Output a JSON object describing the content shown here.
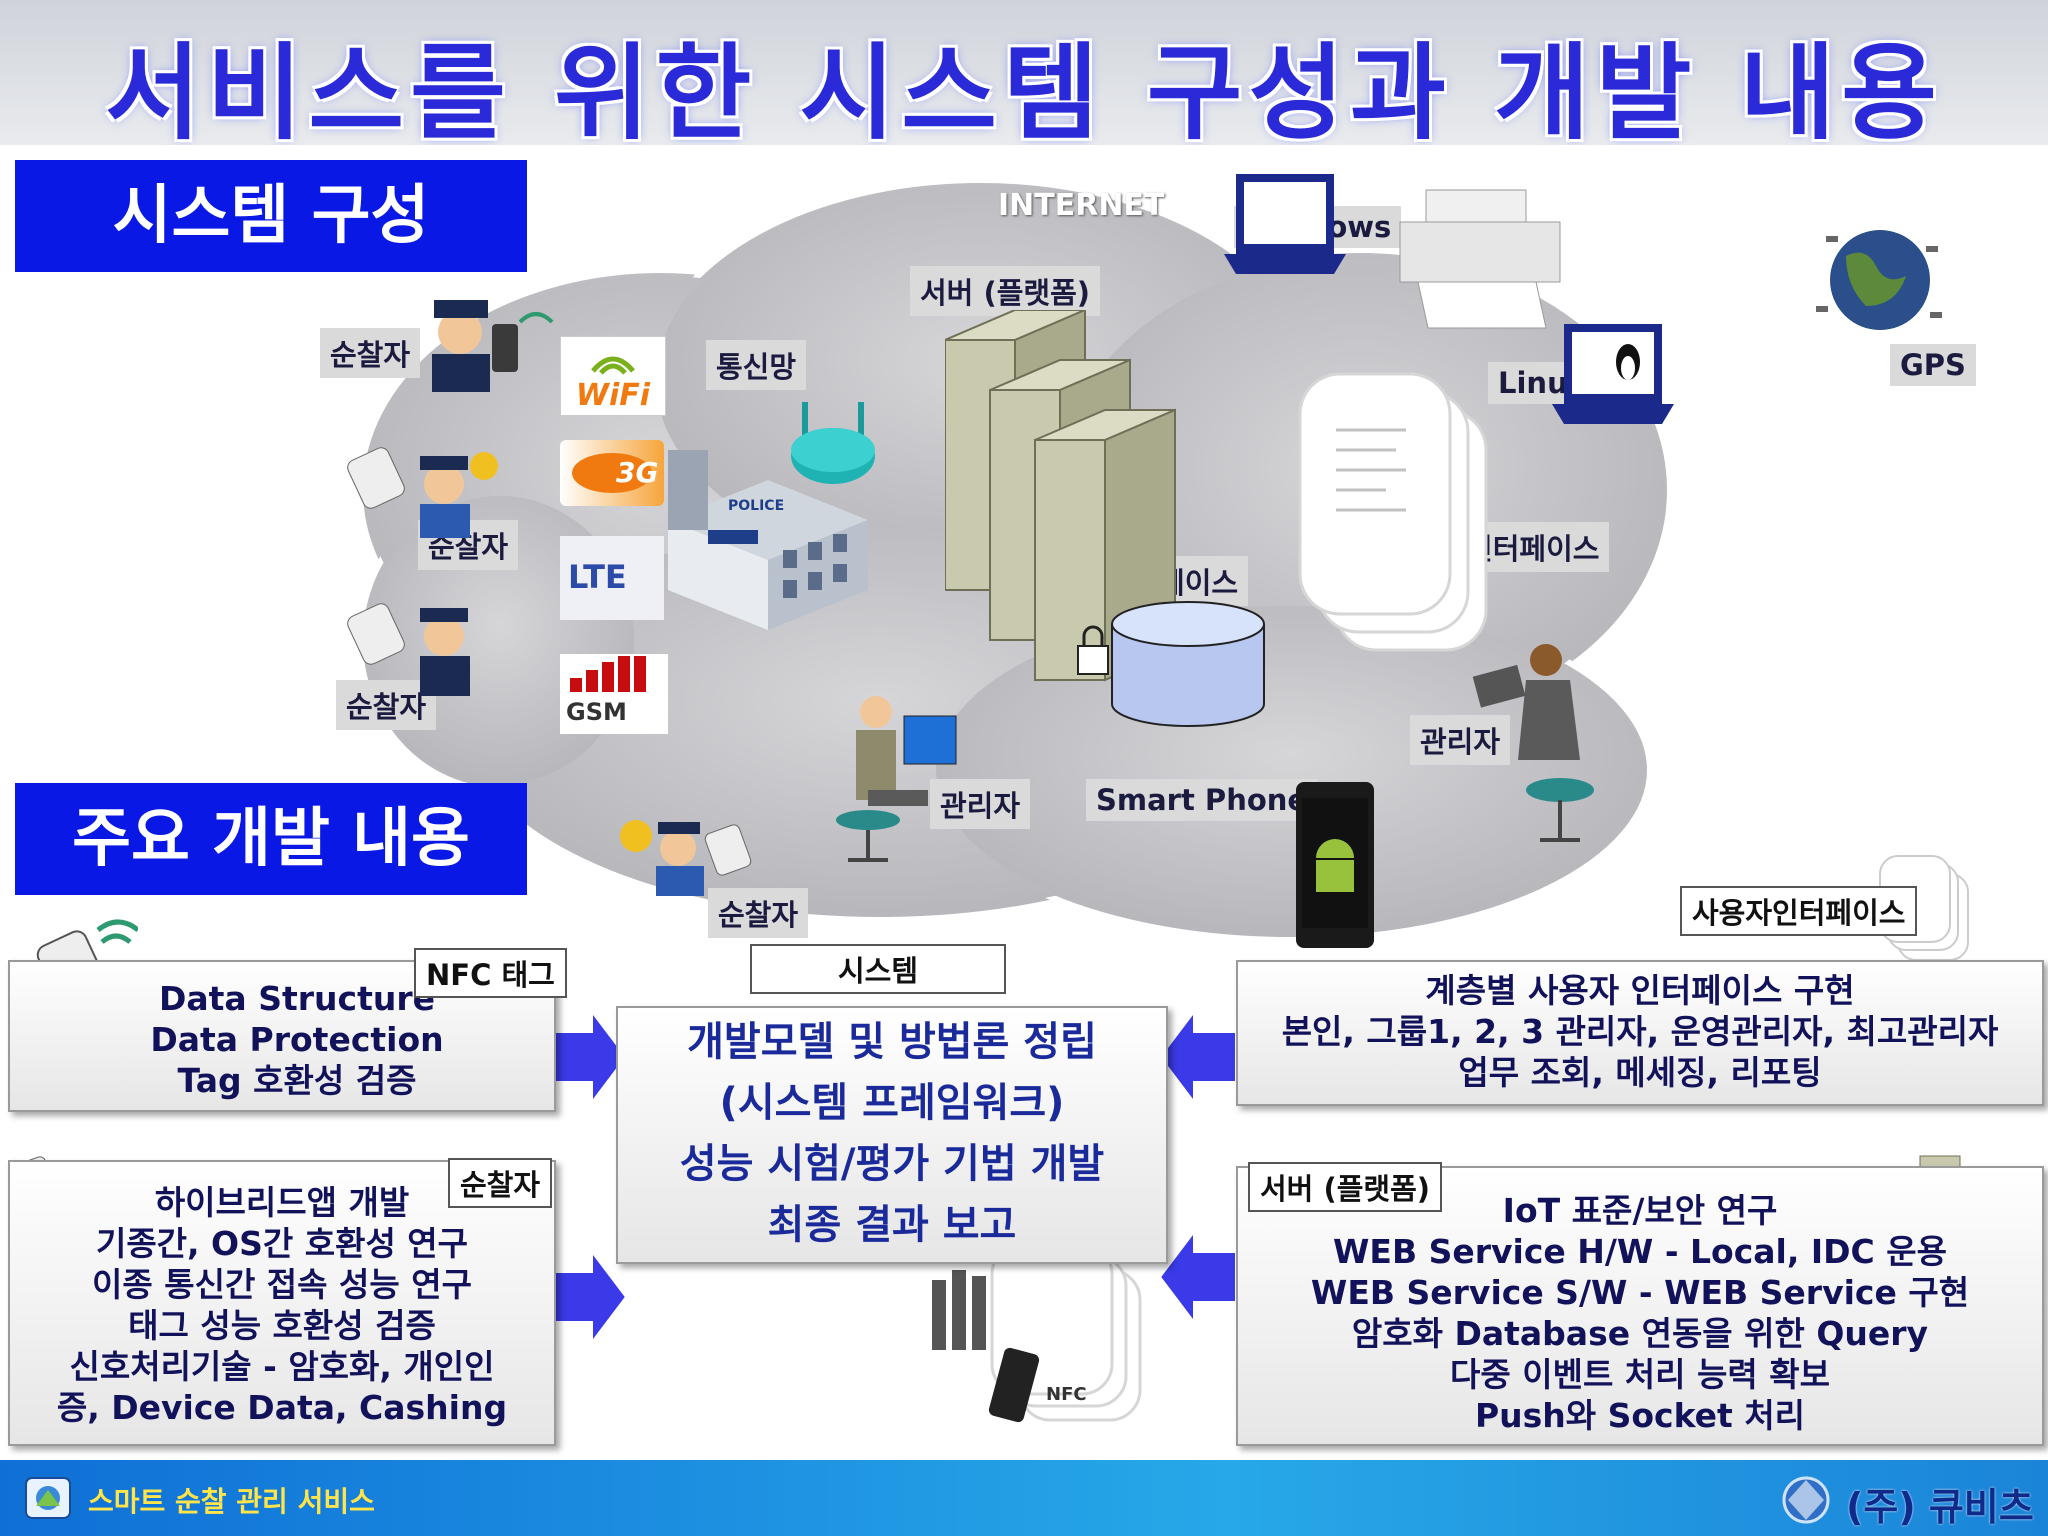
{
  "title": "서비스를 위한 시스템 구성과 개발 내용",
  "section_system": "시스템 구성",
  "section_dev": "주요 개발 내용",
  "cloud": {
    "internet": "INTERNET",
    "network": "통신망",
    "server": "서버 (플랫폼)",
    "database": "데이터베이스",
    "user_interface": "사용자인터페이스",
    "admin_left": "관리자",
    "admin_right": "관리자",
    "smart_phone": "Smart Phone",
    "windows": "Windows",
    "linux": "Linux",
    "gps": "GPS",
    "wifi": "WiFi",
    "lte": "LTE",
    "gsm": "GSM",
    "three_g": "3G",
    "police": "POLICE"
  },
  "patrol_labels": [
    "순찰자",
    "순찰자",
    "순찰자",
    "순찰자"
  ],
  "nfc_panel": {
    "tag": "NFC 태그",
    "lines": [
      "Data Structure",
      "Data Protection",
      "Tag 호환성 검증"
    ]
  },
  "patrol_panel": {
    "tag": "순찰자",
    "lines": [
      "하이브리드앱 개발",
      "기종간, OS간 호환성 연구",
      "이종 통신간 접속 성능 연구",
      "태그 성능 호환성 검증",
      "신호처리기술 - 암호화, 개인인",
      "증, Device Data, Cashing"
    ]
  },
  "system_panel": {
    "tag": "시스템",
    "lines": [
      "개발모델 및 방법론 정립",
      "(시스템 프레임워크)",
      "성능 시험/평가 기법 개발",
      "최종 결과 보고"
    ]
  },
  "ui_panel": {
    "tag": "사용자인터페이스",
    "lines": [
      "계층별 사용자 인터페이스 구현",
      "본인, 그룹1, 2, 3 관리자, 운영관리자, 최고관리자",
      "업무 조회, 메세징, 리포팅"
    ]
  },
  "server_panel": {
    "tag": "서버 (플랫폼)",
    "lines": [
      "IoT 표준/보안 연구",
      "WEB Service H/W - Local, IDC 운용",
      "WEB Service S/W - WEB Service 구현",
      "암호화 Database 연동을 위한 Query",
      "다중 이벤트 처리 능력 확보",
      "Push와 Socket 처리"
    ]
  },
  "nfc_badge": "NFC",
  "footer": {
    "service": "스마트 순찰 관리 서비스",
    "company": "(주) 큐비츠"
  },
  "colors": {
    "title": "#2a2ad8",
    "section_box": "#0a18e6",
    "footer": "#1b84d8",
    "arrow": "#3a3ae8"
  }
}
